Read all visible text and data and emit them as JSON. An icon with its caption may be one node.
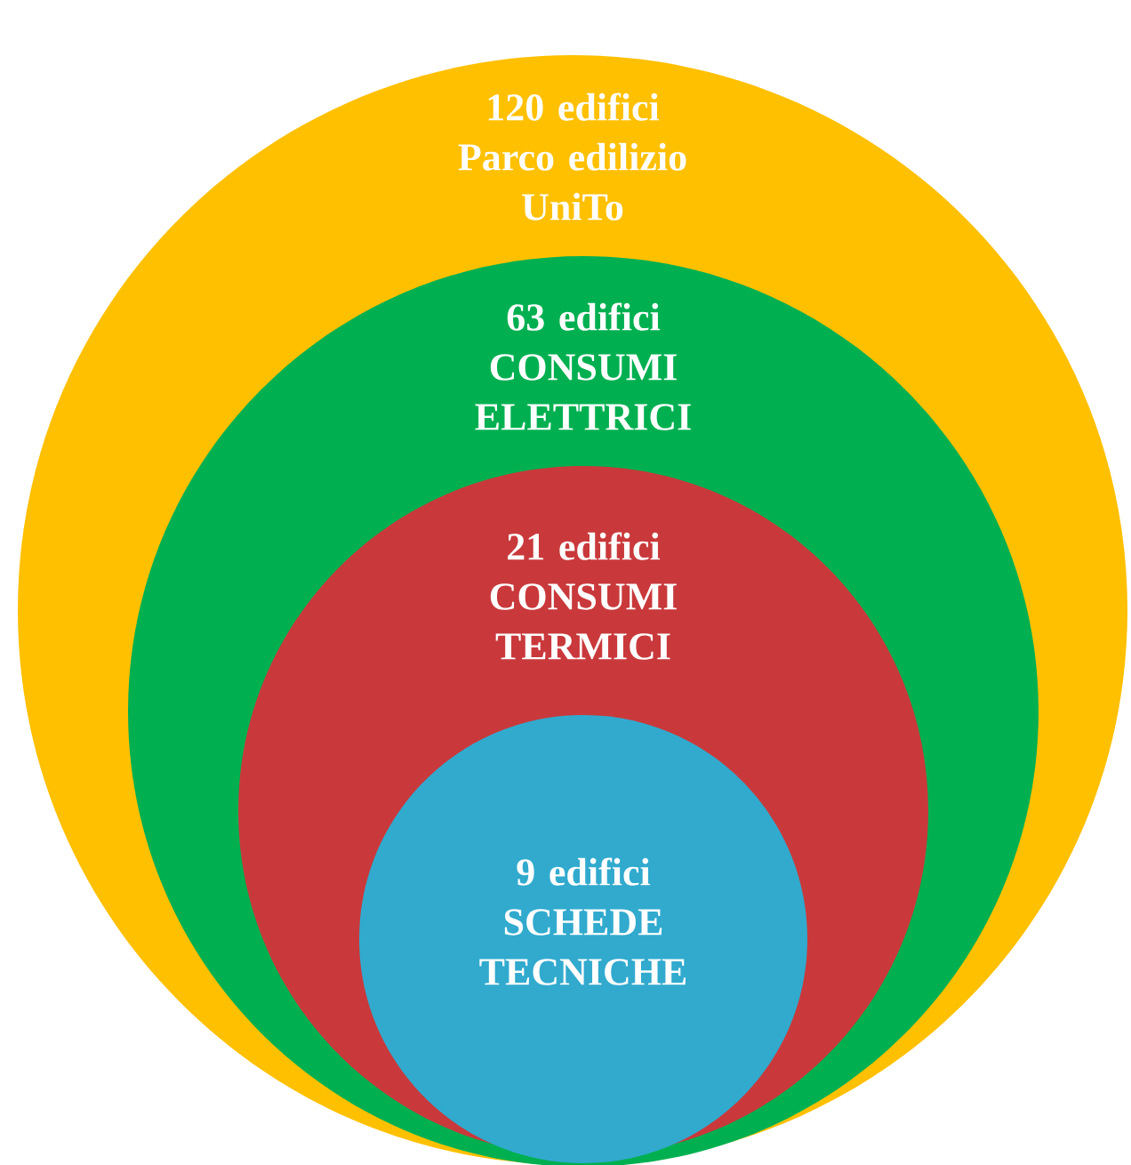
{
  "diagram": {
    "nodes": [
      {
        "text": [
          "120 edifici",
          "Parco edilizio UniTo"
        ]
      },
      {
        "text": [
          "63 edifici",
          "CONSUMI ELETTRICI"
        ],
        "in": 0
      },
      {
        "text": [
          "21 edifici",
          "CONSUMI TERMICI"
        ],
        "in": 1
      },
      {
        "text": [
          "9 edifici",
          "SCHEDE TECNICHE"
        ],
        "in": 2
      }
    ]
  }
}
